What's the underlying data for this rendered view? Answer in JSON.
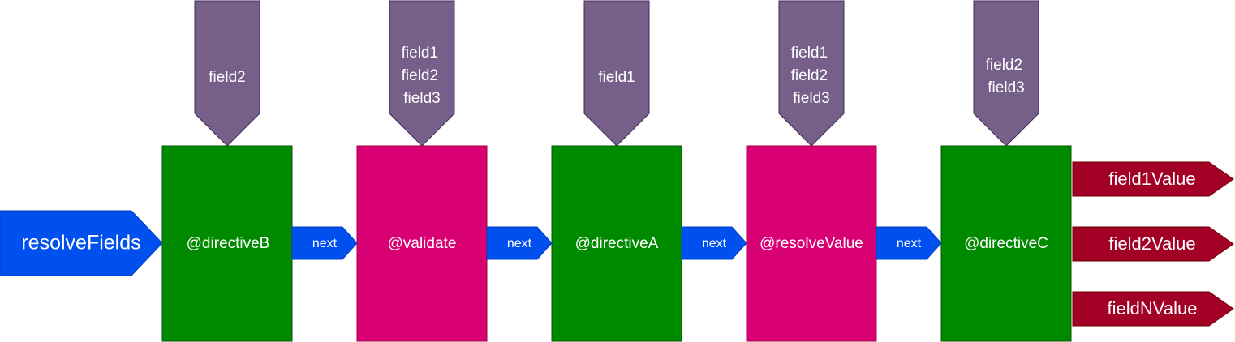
{
  "colors": {
    "entry_arrow": "#0050ef",
    "next_arrow": "#0050ef",
    "directive_green": "#008a00",
    "directive_pink": "#d80073",
    "field_tag": "#76608a",
    "output_arrow": "#a20025",
    "text": "#ffffff"
  },
  "entry": {
    "label": "resolveFields"
  },
  "next_label": "next",
  "directives": [
    {
      "label": "@directiveB",
      "color": "#008a00",
      "fields": [
        "field2"
      ]
    },
    {
      "label": "@validate",
      "color": "#d80073",
      "fields": [
        "field1",
        "field2",
        "field3"
      ]
    },
    {
      "label": "@directiveA",
      "color": "#008a00",
      "fields": [
        "field1"
      ]
    },
    {
      "label": "@resolveValue",
      "color": "#d80073",
      "fields": [
        "field1",
        "field2",
        "field3"
      ]
    },
    {
      "label": "@directiveC",
      "color": "#008a00",
      "fields": [
        "field2",
        "field3"
      ]
    }
  ],
  "outputs": [
    "field1Value",
    "field2Value",
    "fieldNValue"
  ]
}
